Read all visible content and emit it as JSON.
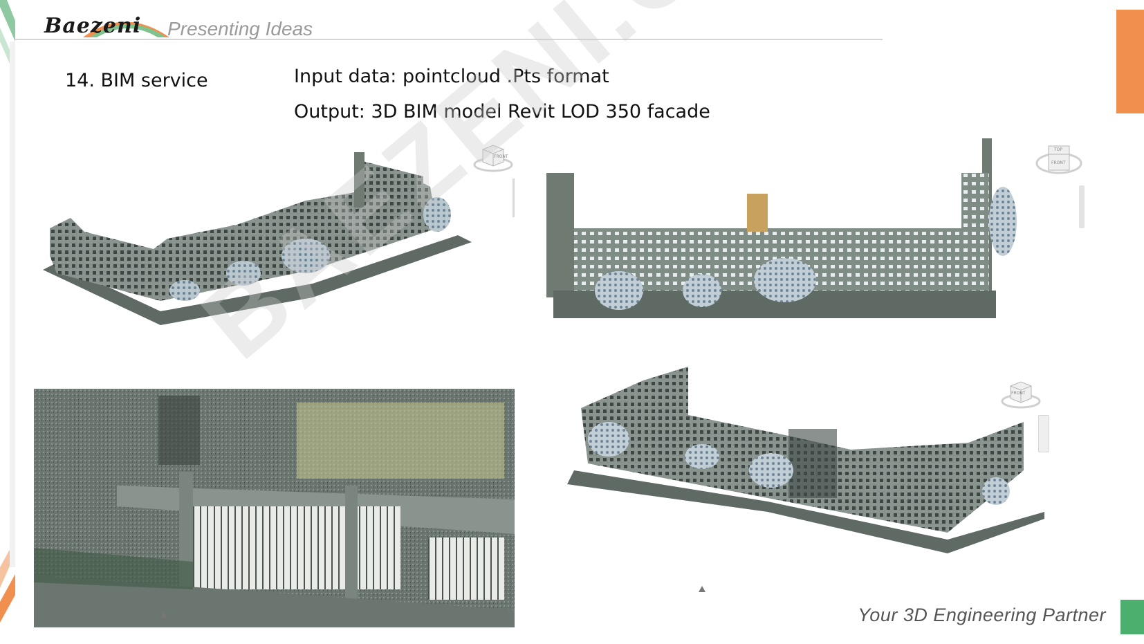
{
  "header": {
    "logo_text": "Baezeni",
    "tagline": "Presenting Ideas"
  },
  "slide": {
    "section_title": "14. BIM service",
    "input_line": "Input data: pointcloud .Pts format",
    "output_line": "Output: 3D BIM model Revit LOD 350 facade"
  },
  "footer": {
    "tagline": "Your 3D Engineering Partner"
  },
  "watermark": {
    "text": "BAEZENI.COM"
  },
  "view_cubes": {
    "panel1_face": "FRONT",
    "panel2_top": "TOP",
    "panel2_face": "FRONT",
    "panel4_face": "FRONT"
  },
  "colors": {
    "accent_orange": "#f18f4f",
    "accent_green": "#4caf6e",
    "pointcloud_gray": "#6f7a73"
  }
}
